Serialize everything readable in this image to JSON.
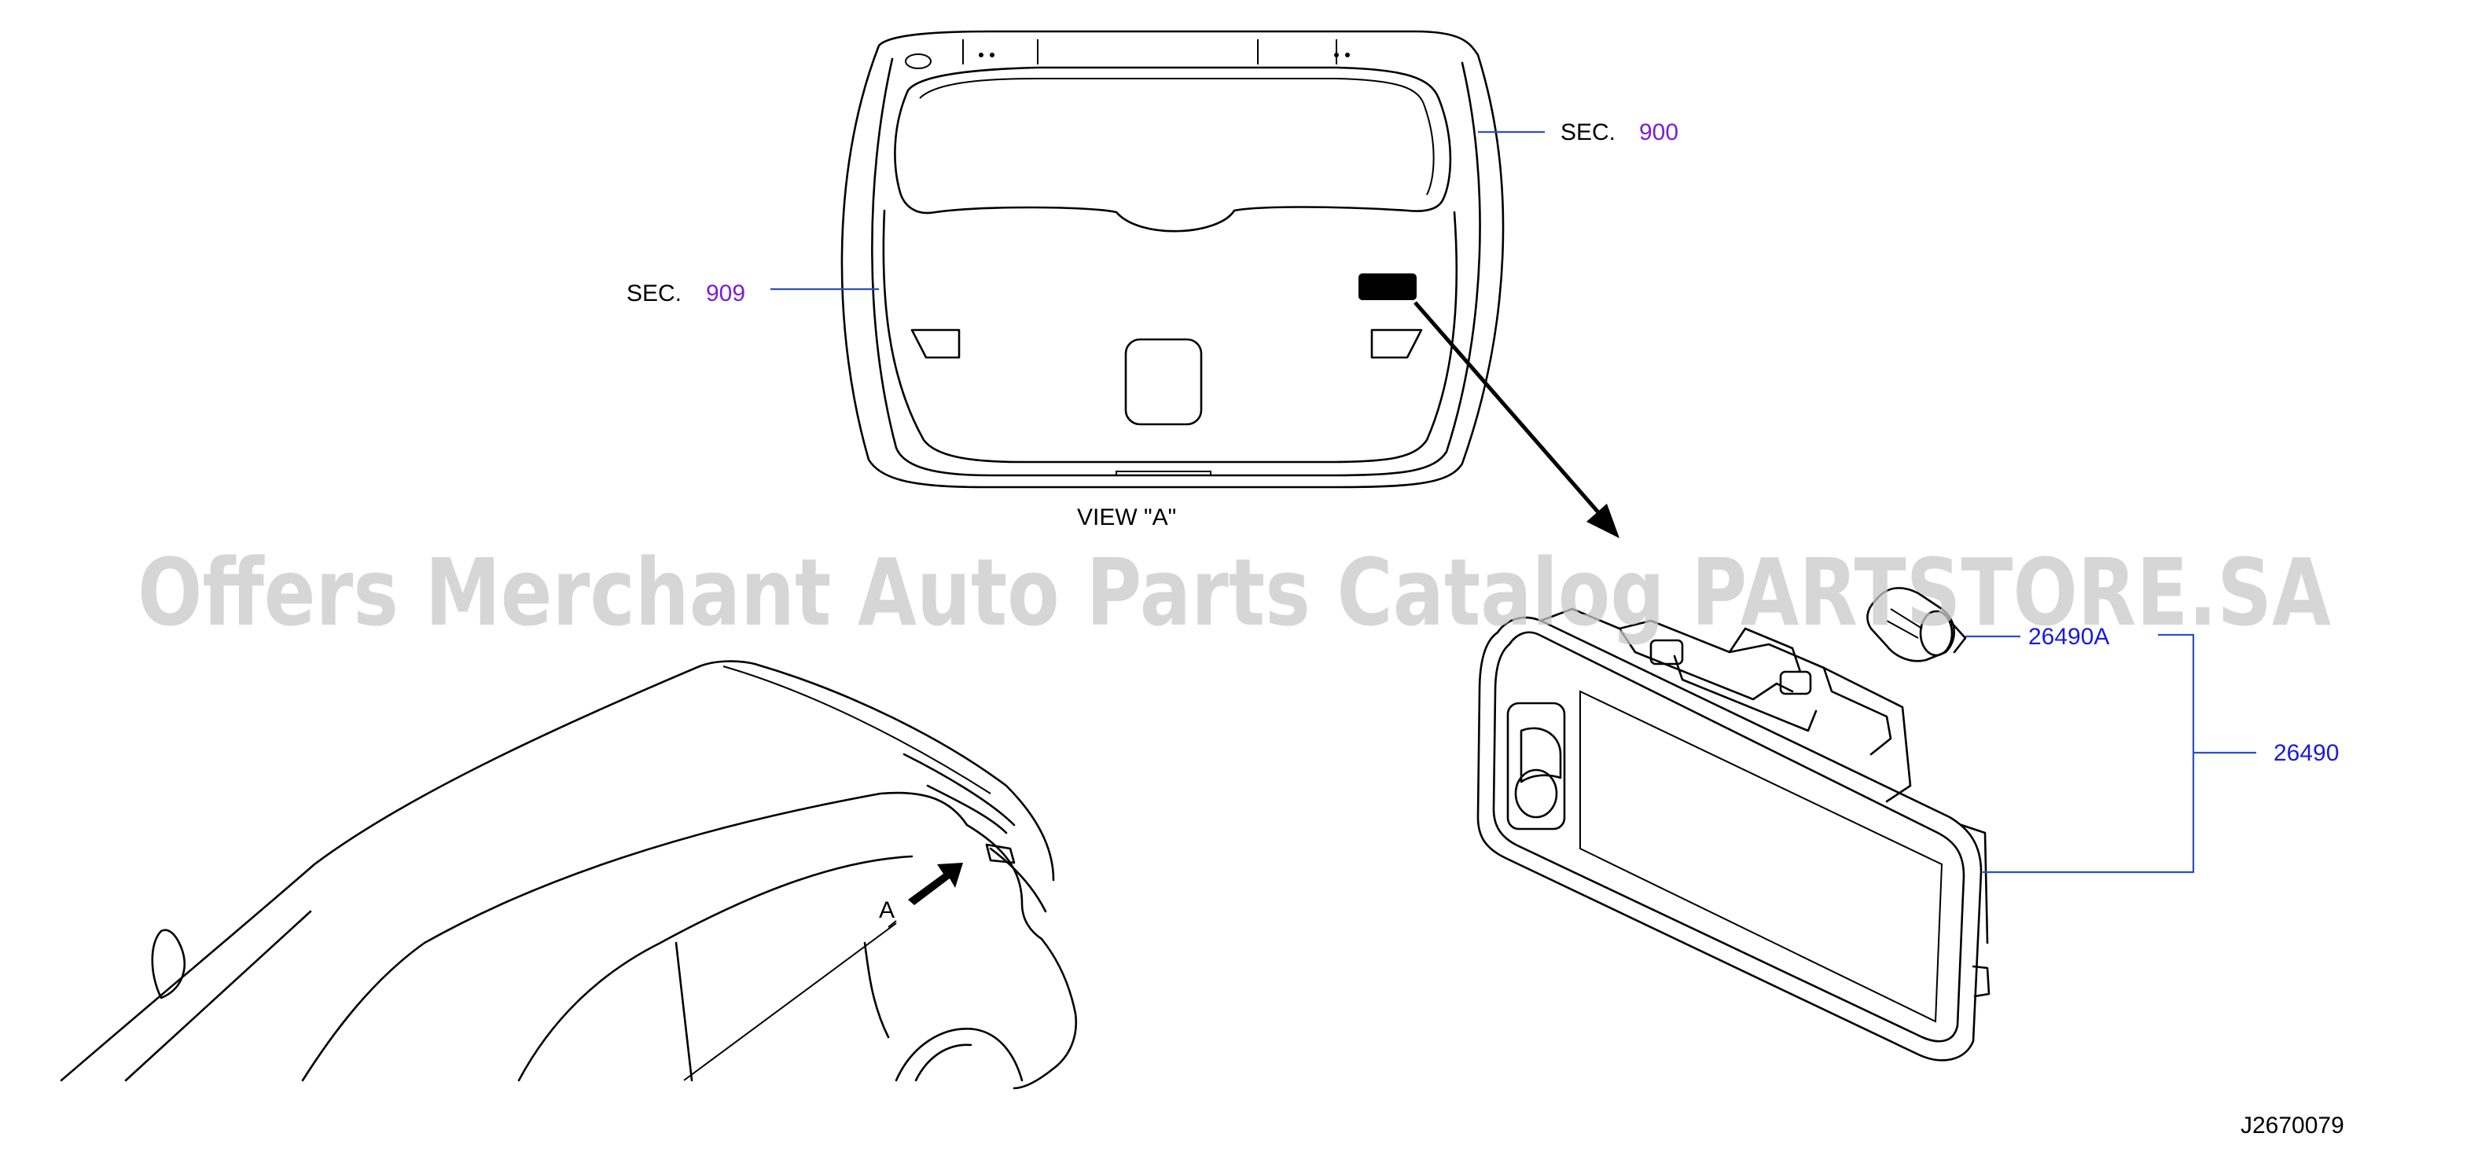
{
  "labels": {
    "sec_top_prefix": "SEC.",
    "sec_top_number": "900",
    "sec_left_prefix": "SEC.",
    "sec_left_number": "909",
    "view_label": "VIEW   \"A\"",
    "arrow_letter": "A",
    "part_bulb": "26490A",
    "part_lamp": "26490",
    "diagram_code": "J2670079"
  },
  "watermark": "Offers Merchant Auto Parts Catalog PARTSTORE.SA",
  "colors": {
    "section_ref": "#7a1fd6",
    "part_number": "#1a1adc",
    "leader_line": "#2b4fc8",
    "watermark": "#c9c9c9"
  }
}
